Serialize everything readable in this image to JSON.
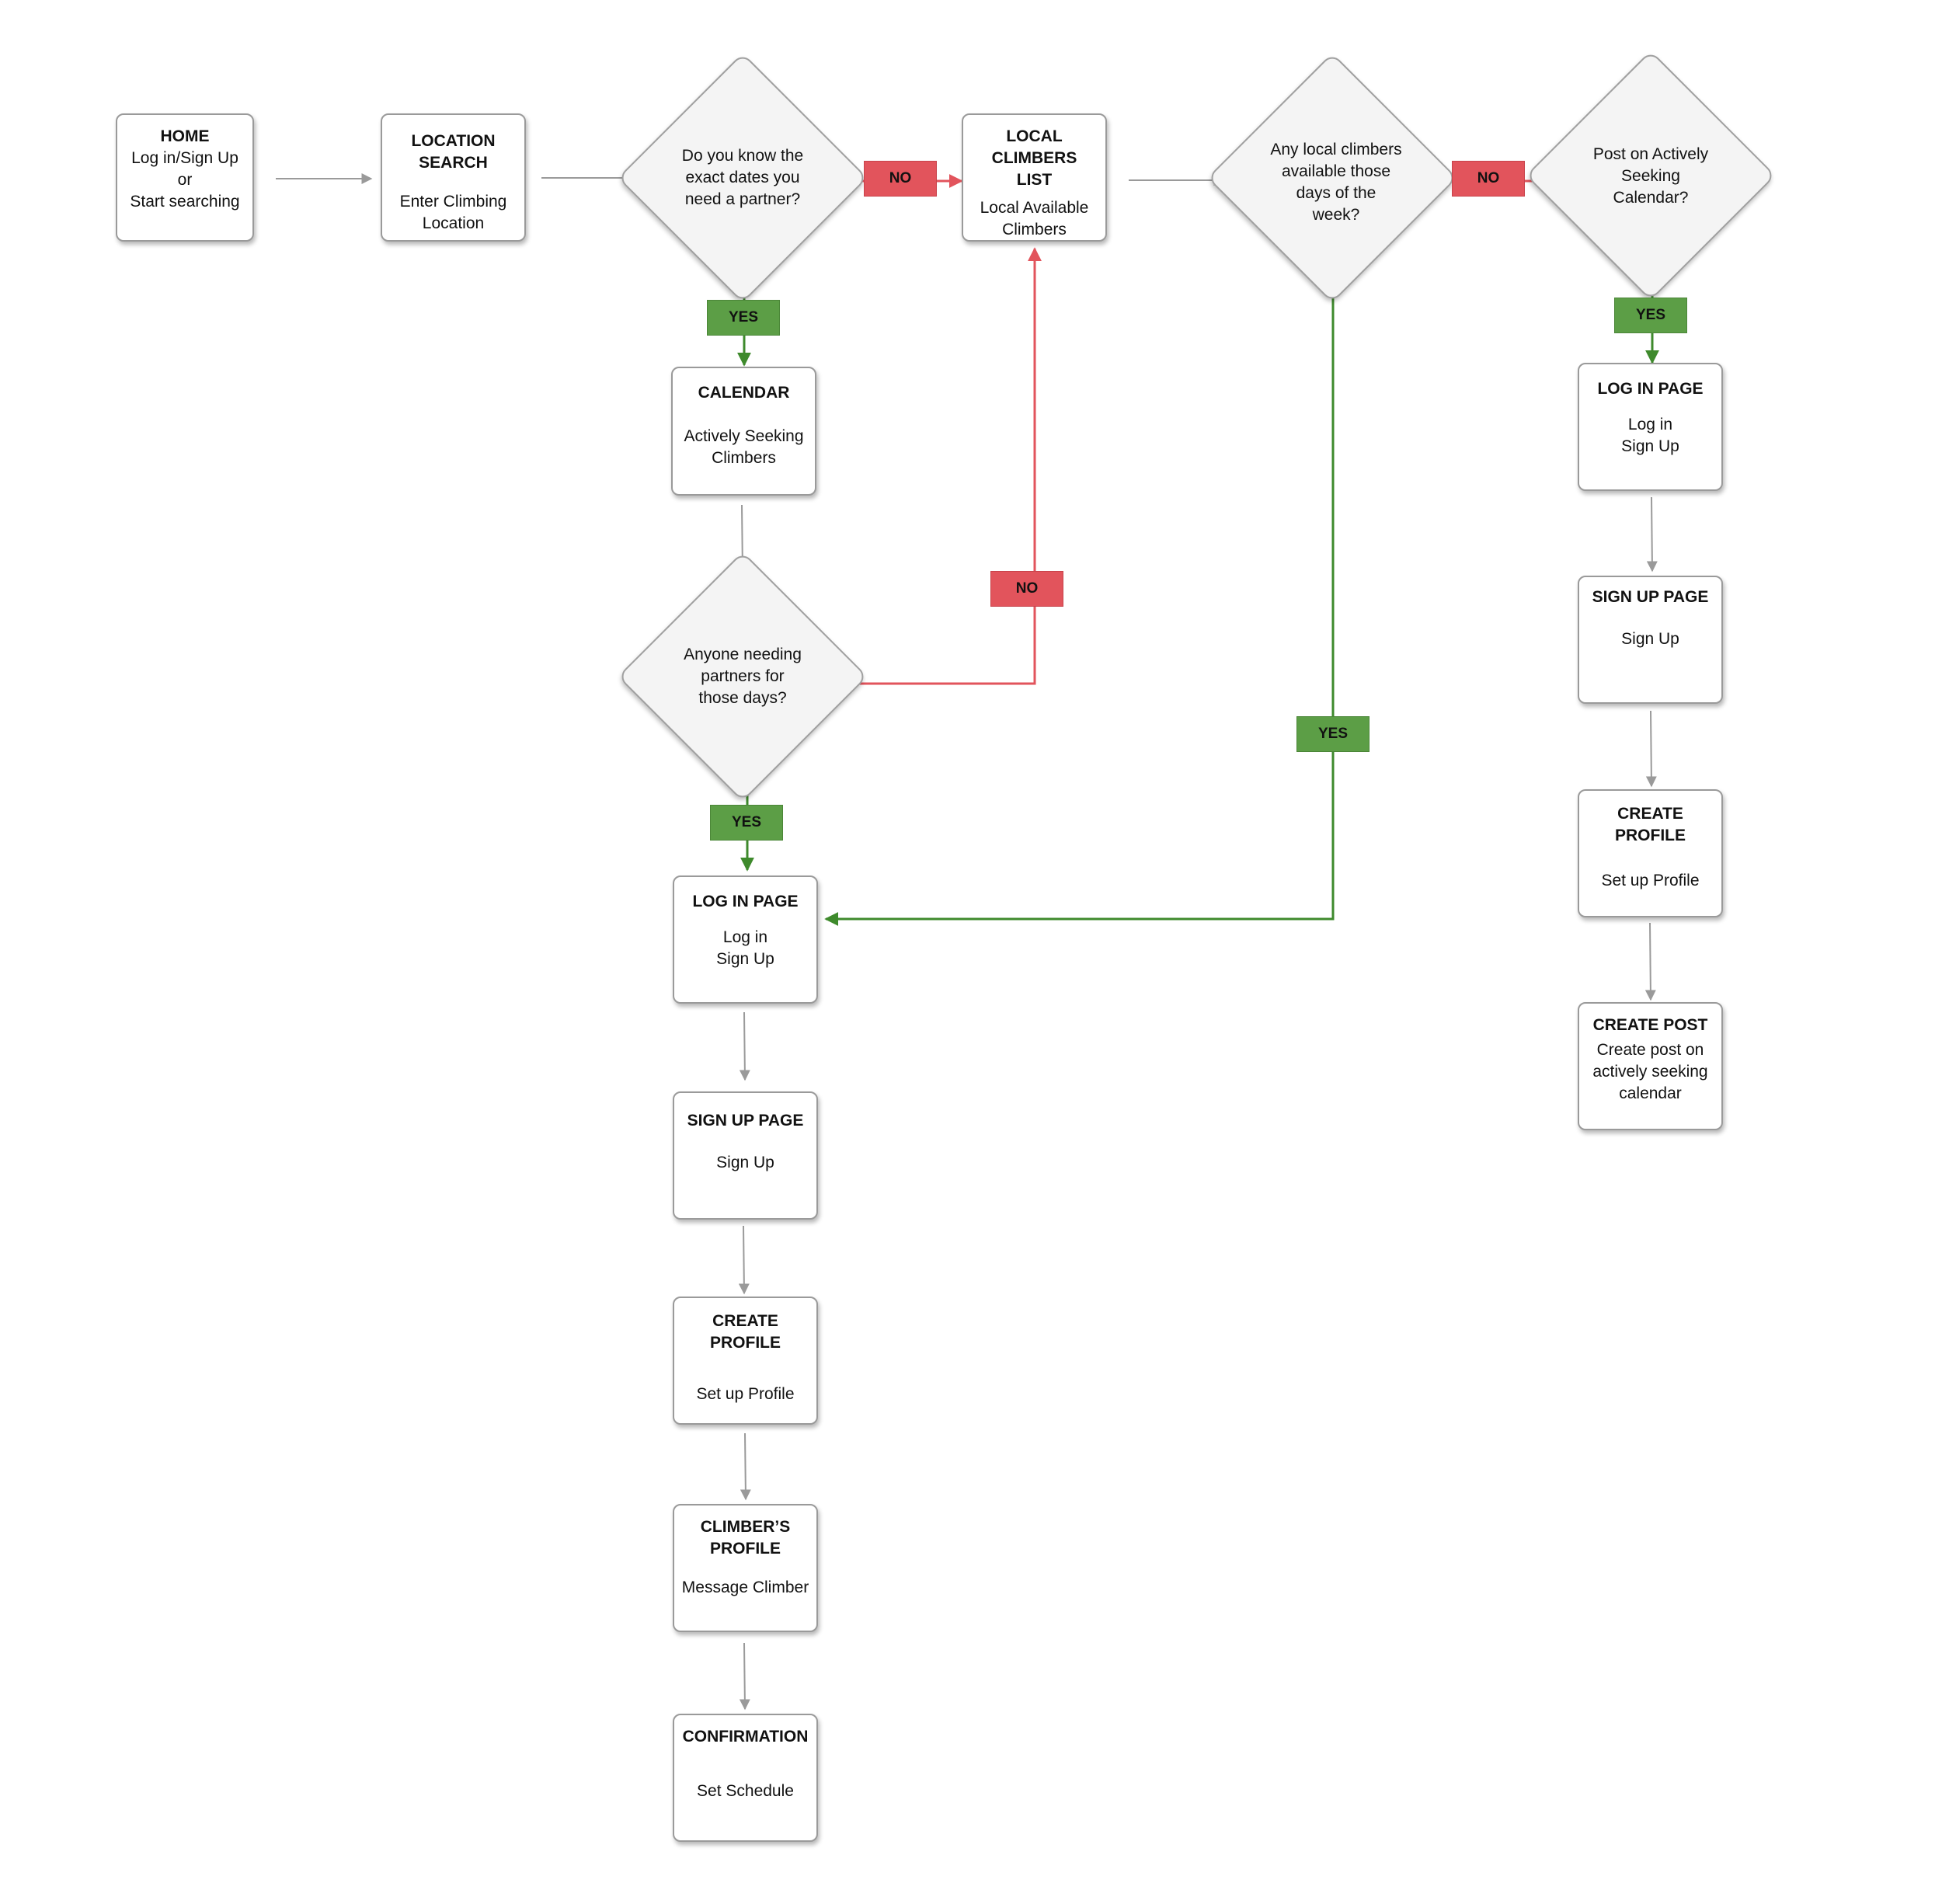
{
  "nodes": {
    "home": {
      "title": "HOME",
      "sub": "Log in/Sign Up\nor\nStart searching"
    },
    "location_search": {
      "title": "LOCATION SEARCH",
      "sub": "Enter Climbing\nLocation"
    },
    "local_climbers_list": {
      "title": "LOCAL CLIMBERS\nLIST",
      "sub": "Local Available\nClimbers"
    },
    "calendar": {
      "title": "CALENDAR",
      "sub": "Actively Seeking\nClimbers"
    },
    "login_page_a": {
      "title": "LOG IN PAGE",
      "sub": "Log in\nSign Up"
    },
    "signup_page_a": {
      "title": "SIGN UP PAGE",
      "sub": "Sign Up"
    },
    "create_profile_a": {
      "title": "CREATE PROFILE",
      "sub": "Set up Profile"
    },
    "climbers_profile": {
      "title": "CLIMBER’S\nPROFILE",
      "sub": "Message Climber"
    },
    "confirmation": {
      "title": "CONFIRMATION",
      "sub": "Set Schedule"
    },
    "login_page_b": {
      "title": "LOG IN PAGE",
      "sub": "Log in\nSign Up"
    },
    "signup_page_b": {
      "title": "SIGN UP PAGE",
      "sub": "Sign Up"
    },
    "create_profile_b": {
      "title": "CREATE PROFILE",
      "sub": "Set up Profile"
    },
    "create_post": {
      "title": "CREATE POST",
      "sub": "Create post on\nactively seeking\ncalendar"
    }
  },
  "decisions": {
    "know_dates": "Do you know the\nexact dates you\nneed a partner?",
    "anyone_needing": "Anyone needing\npartners for\nthose days?",
    "local_available": "Any local climbers\navailable those\ndays of the\nweek?",
    "post_calendar": "Post on Actively\nSeeking\nCalendar?"
  },
  "labels": {
    "yes": "YES",
    "no": "NO"
  },
  "colors": {
    "yes": "#5c9e46",
    "no": "#e2545c",
    "line_gray": "#9a9a9a",
    "line_green": "#3e8a2c",
    "line_red": "#e2545c"
  }
}
